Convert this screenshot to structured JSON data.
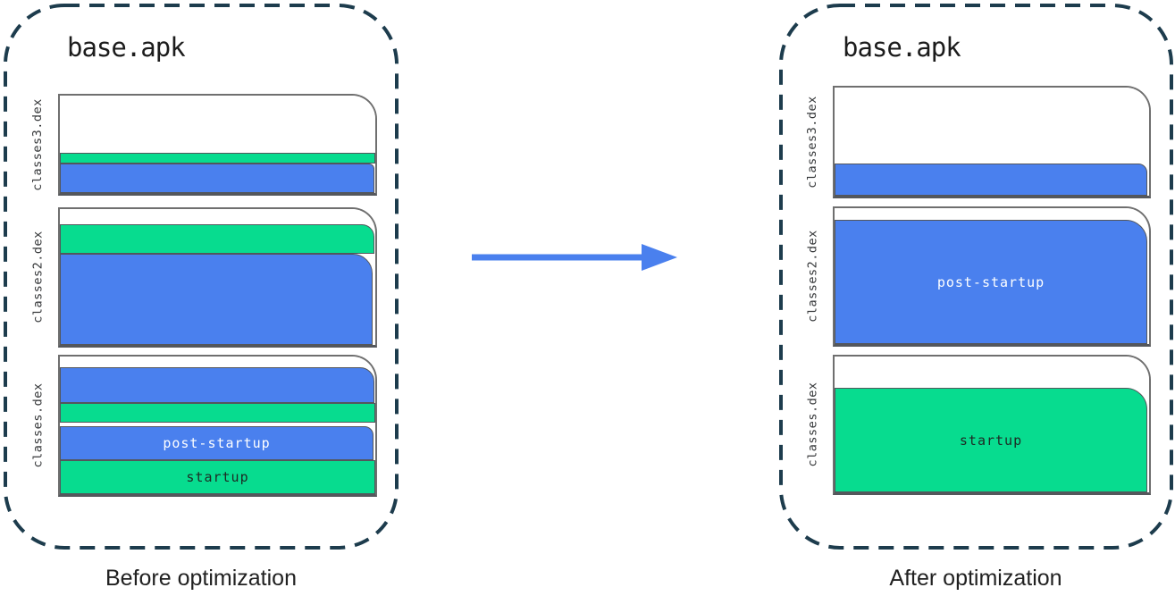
{
  "diagram": {
    "arrow": "right-arrow",
    "colors": {
      "startup_green": "#07dc8f",
      "post_startup_blue": "#4a80ee",
      "file_border_gray": "#6f6f6f",
      "band_border_gray": "#53565b",
      "container_dash_navy": "#1d3c4d"
    }
  },
  "before": {
    "title": "base.apk",
    "caption": "Before optimization",
    "files": [
      {
        "name": "classes3.dex"
      },
      {
        "name": "classes2.dex"
      },
      {
        "name": "classes.dex",
        "labels": {
          "post_startup": "post-startup",
          "startup": "startup"
        }
      }
    ]
  },
  "after": {
    "title": "base.apk",
    "caption": "After optimization",
    "files": [
      {
        "name": "classes3.dex"
      },
      {
        "name": "classes2.dex",
        "labels": {
          "post_startup": "post-startup"
        }
      },
      {
        "name": "classes.dex",
        "labels": {
          "startup": "startup"
        }
      }
    ]
  }
}
